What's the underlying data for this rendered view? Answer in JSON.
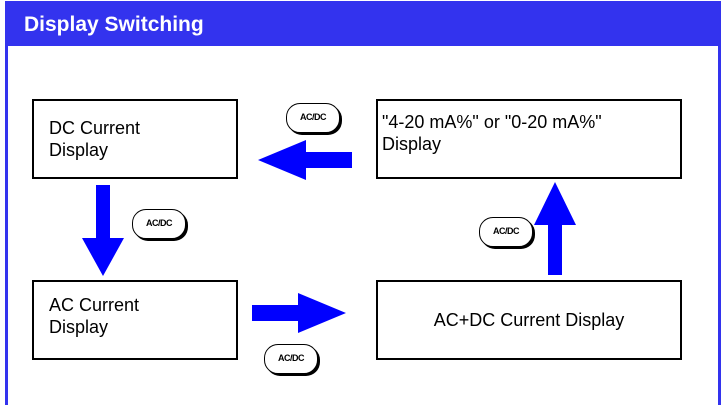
{
  "header": {
    "title": "Display Switching"
  },
  "boxes": {
    "dc": "DC Current\nDisplay",
    "ma_line1": "\"4-20 mA%\" or \"0-20 mA%\"",
    "ma_line2": "Display",
    "ac": "AC Current\nDisplay",
    "acdc": "AC+DC Current Display"
  },
  "buttons": {
    "top": "AC/DC",
    "left": "AC/DC",
    "right": "AC/DC",
    "bottom": "AC/DC"
  },
  "colors": {
    "accent": "#3333ee",
    "arrow": "#0000ff"
  }
}
